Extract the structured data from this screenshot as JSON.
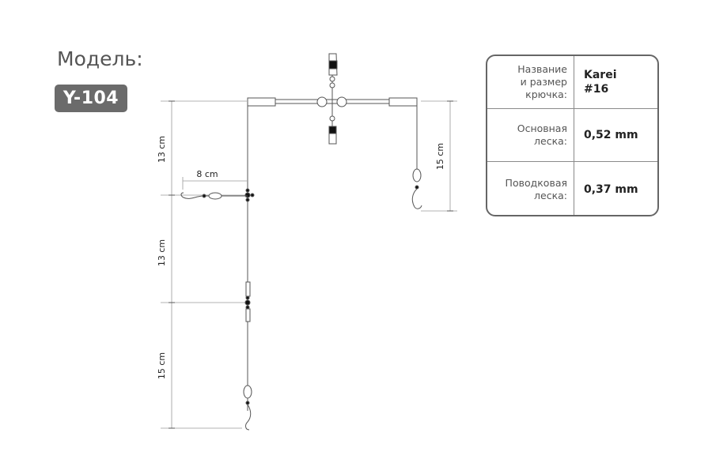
{
  "model": {
    "label": "Модель:",
    "code": "Y-104"
  },
  "diagram": {
    "dimensions": {
      "top_left_vertical": "13 cm",
      "middle_left_vertical": "13 cm",
      "bottom_left_vertical": "15 cm",
      "right_vertical": "15 cm",
      "side_leader": "8 cm"
    }
  },
  "specs": [
    {
      "label": "Название\nи размер\nкрючка:",
      "value": "Karei\n#16"
    },
    {
      "label": "Основная\nлеска:",
      "value": "0,52 mm"
    },
    {
      "label": "Поводковая\nлеска:",
      "value": "0,37 mm"
    }
  ],
  "colors": {
    "line": "#555555",
    "badge": "#6b6b6b",
    "border": "#666666"
  }
}
